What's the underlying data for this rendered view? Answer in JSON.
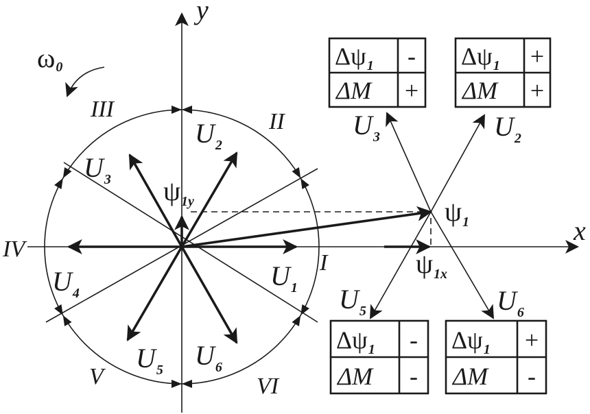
{
  "axes": {
    "x": "x",
    "y": "y"
  },
  "rotation": {
    "symbol": "ω",
    "sub": "0"
  },
  "sectors": [
    "I",
    "II",
    "III",
    "IV",
    "V",
    "VI"
  ],
  "vectors": [
    {
      "name": "U",
      "sub": "1"
    },
    {
      "name": "U",
      "sub": "2"
    },
    {
      "name": "U",
      "sub": "3"
    },
    {
      "name": "U",
      "sub": "4"
    },
    {
      "name": "U",
      "sub": "5"
    },
    {
      "name": "U",
      "sub": "6"
    }
  ],
  "flux": {
    "symbol": "ψ",
    "main_sub": "1",
    "x_sub": "1x",
    "y_sub": "1y"
  },
  "tables": [
    {
      "vector": {
        "name": "U",
        "sub": "3"
      },
      "flux": {
        "text": "Δψ",
        "sub": "1",
        "sign": "-"
      },
      "torque": {
        "text": "ΔM",
        "sign": "+"
      }
    },
    {
      "vector": {
        "name": "U",
        "sub": "2"
      },
      "flux": {
        "text": "Δψ",
        "sub": "1",
        "sign": "+"
      },
      "torque": {
        "text": "ΔM",
        "sign": "+"
      }
    },
    {
      "vector": {
        "name": "U",
        "sub": "5"
      },
      "flux": {
        "text": "Δψ",
        "sub": "1",
        "sign": "-"
      },
      "torque": {
        "text": "ΔM",
        "sign": "-"
      }
    },
    {
      "vector": {
        "name": "U",
        "sub": "6"
      },
      "flux": {
        "text": "Δψ",
        "sub": "1",
        "sign": "+"
      },
      "torque": {
        "text": "ΔM",
        "sign": "-"
      }
    }
  ]
}
